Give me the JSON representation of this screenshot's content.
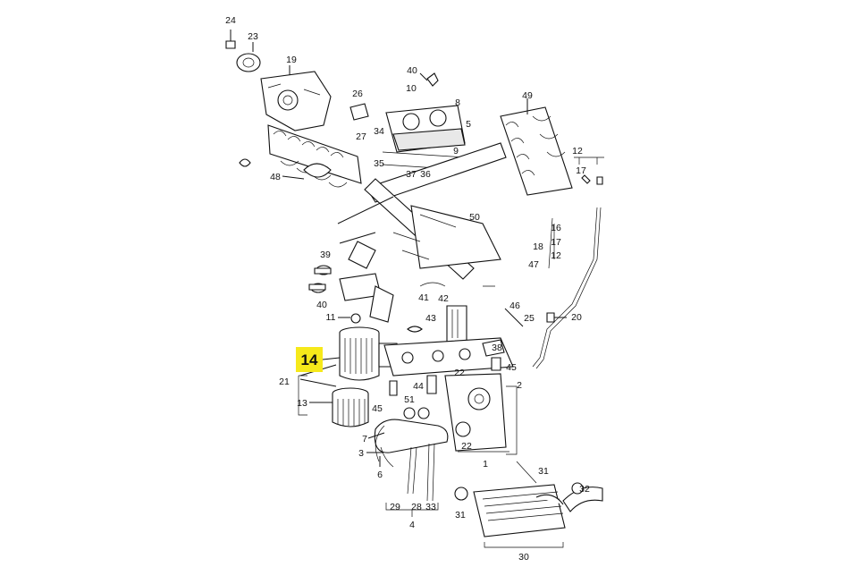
{
  "highlight": {
    "label": "14",
    "color": "#f6e91a"
  },
  "callouts": {
    "c24": "24",
    "c23": "23",
    "c19": "19",
    "c40a": "40",
    "c10": "10",
    "c26": "26",
    "c8": "8",
    "c5": "5",
    "c27": "27",
    "c34": "34",
    "c49": "49",
    "c9": "9",
    "c35": "35",
    "c37": "37",
    "c36": "36",
    "c12a": "12",
    "c17a": "17",
    "c48": "48",
    "c50": "50",
    "c16": "16",
    "c18": "18",
    "c17b": "17",
    "c12b": "12",
    "c39": "39",
    "c47": "47",
    "c40b": "40",
    "c41": "41",
    "c42": "42",
    "c46": "46",
    "c11": "11",
    "c43": "43",
    "c25": "25",
    "c20": "20",
    "c38": "38",
    "c45a": "45",
    "c22a": "22",
    "c2": "2",
    "c21": "21",
    "c44": "44",
    "c13": "13",
    "c51": "51",
    "c45b": "45",
    "c7": "7",
    "c22b": "22",
    "c3": "3",
    "c1": "1",
    "c6": "6",
    "c31a": "31",
    "c32": "32",
    "c29": "29",
    "c28": "28",
    "c33": "33",
    "c31b": "31",
    "c4": "4",
    "c30": "30"
  }
}
